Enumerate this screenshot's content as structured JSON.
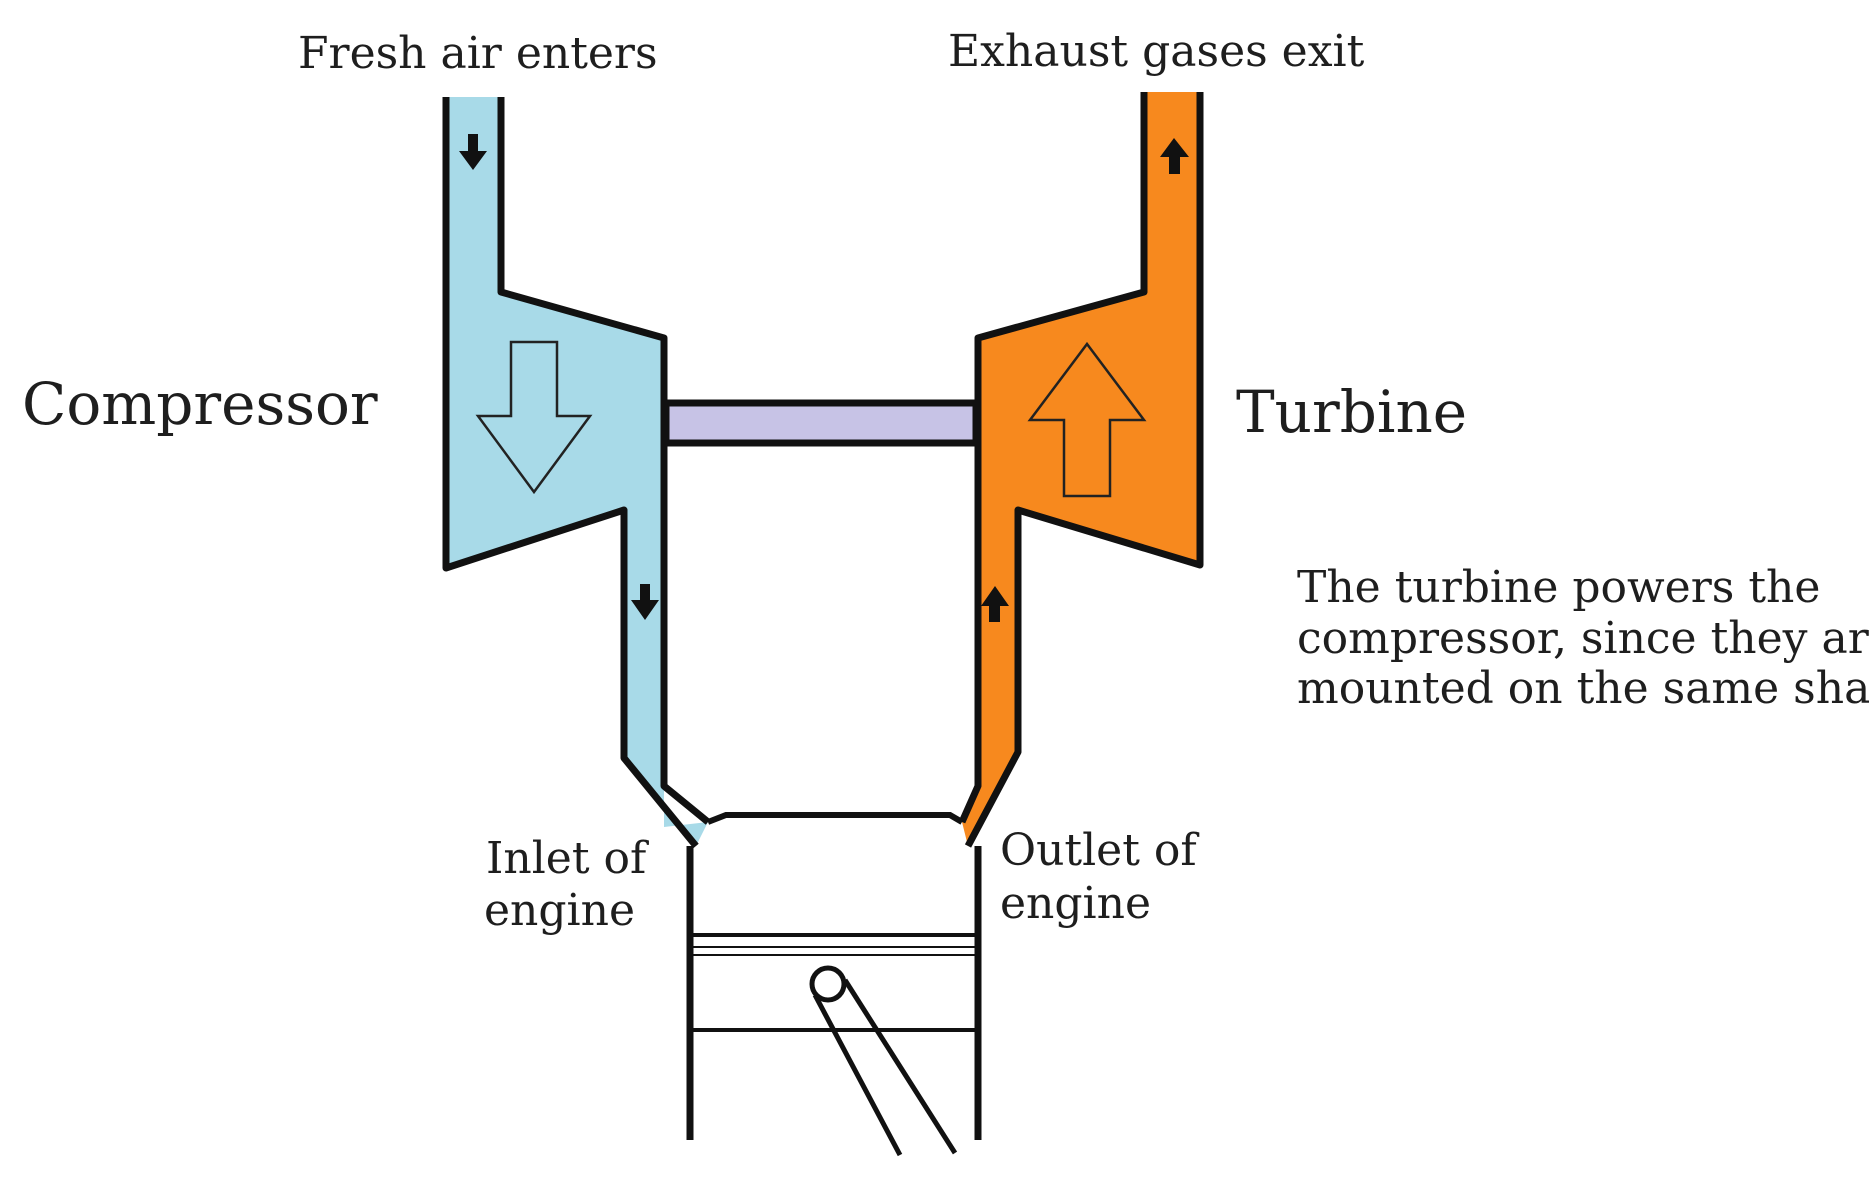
{
  "labels": {
    "fresh_air": "Fresh air enters",
    "exhaust": "Exhaust gases exit",
    "compressor": "Compressor",
    "turbine": "Turbine",
    "inlet_line1": "Inlet of",
    "inlet_line2": "engine",
    "outlet_line1": "Outlet of",
    "outlet_line2": "engine",
    "note_line1": "The turbine powers the",
    "note_line2": "compressor, since they are",
    "note_line3": "mounted on the same shaft."
  },
  "colors": {
    "compressor_fill": "#a8dae8",
    "turbine_fill": "#f7891e",
    "shaft_fill": "#c7c3e6",
    "outline": "#111111"
  },
  "icons": {
    "flow_arrow_down": "arrow-down-icon",
    "flow_arrow_up": "arrow-up-icon"
  }
}
